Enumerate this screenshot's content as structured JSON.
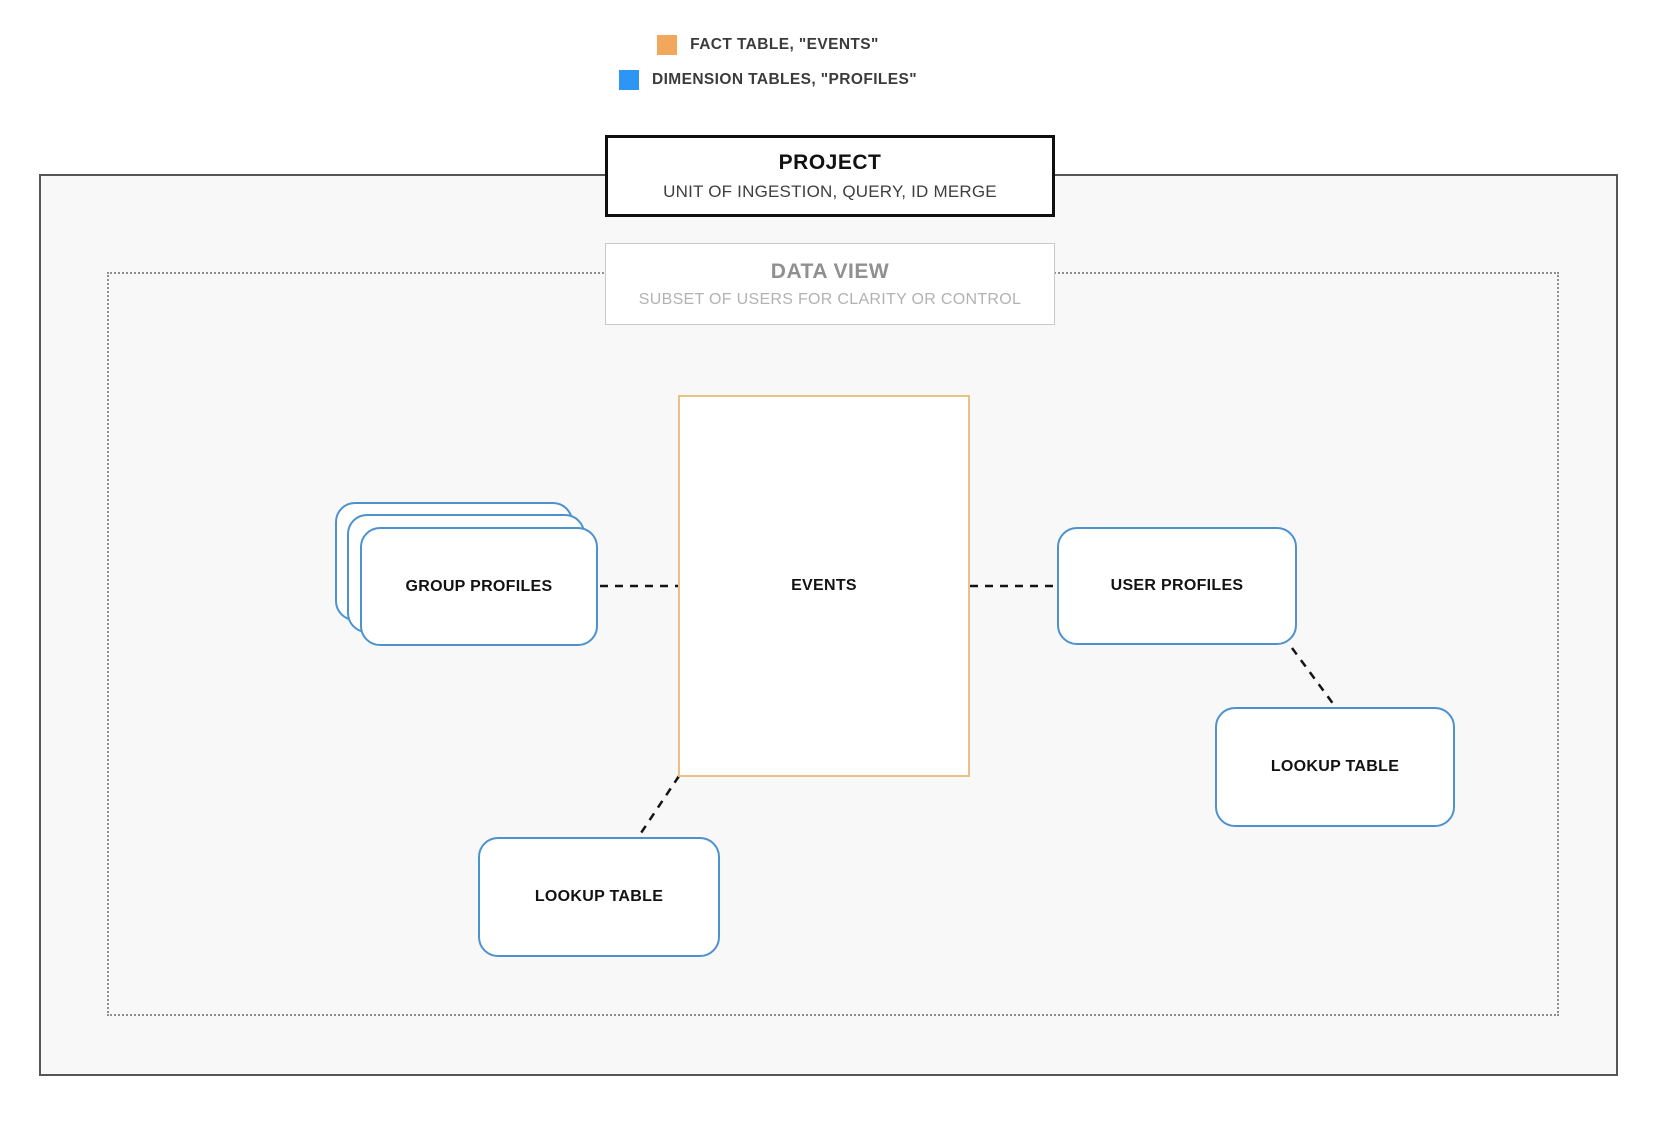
{
  "legend": {
    "items": [
      {
        "name": "fact-table",
        "label": "FACT TABLE, \"EVENTS\"",
        "color": "#F3A75C"
      },
      {
        "name": "dimension-tables",
        "label": "DIMENSION TABLES, \"PROFILES\"",
        "color": "#2D96F2"
      }
    ]
  },
  "project": {
    "title": "PROJECT",
    "subtitle": "UNIT OF INGESTION, QUERY, ID MERGE"
  },
  "data_view": {
    "title": "DATA VIEW",
    "subtitle": "SUBSET OF USERS FOR CLARITY OR CONTROL"
  },
  "nodes": {
    "events": {
      "label": "EVENTS",
      "border_color": "#EAC085"
    },
    "group_profiles": {
      "label": "GROUP PROFILES",
      "border_color": "#4D92CF"
    },
    "user_profiles": {
      "label": "USER PROFILES",
      "border_color": "#4D92CF"
    },
    "lookup_table_right": {
      "label": "LOOKUP TABLE",
      "border_color": "#4D92CF"
    },
    "lookup_table_bottom": {
      "label": "LOOKUP TABLE",
      "border_color": "#4D92CF"
    }
  },
  "colors": {
    "fact_accent": "#F3A75C",
    "dimension_accent": "#2D96F2",
    "node_blue_border": "#4D92CF",
    "events_orange_border": "#EAC085",
    "outer_container_border": "#565656",
    "outer_container_fill": "#F8F8F8",
    "dotted_container_border": "#8F8F8F",
    "connector": "#141414"
  }
}
